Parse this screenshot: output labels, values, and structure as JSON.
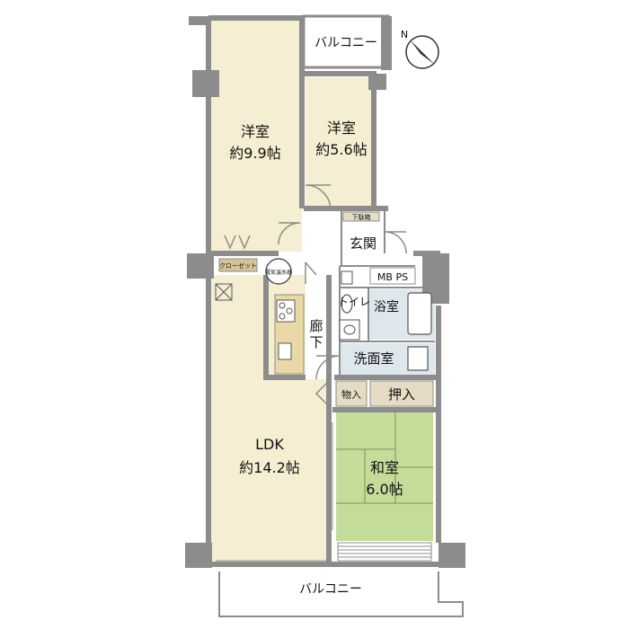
{
  "floorplan": {
    "rooms": {
      "western_large": {
        "name": "洋室",
        "area": "約9.9帖"
      },
      "western_small": {
        "name": "洋室",
        "area": "約5.6帖"
      },
      "ldk": {
        "name": "LDK",
        "area": "約14.2帖"
      },
      "japanese": {
        "name": "和室",
        "area": "6.0帖"
      }
    },
    "labels": {
      "balcony_top": "バルコニー",
      "balcony_bottom": "バルコニー",
      "entrance": "玄関",
      "shoe_box": "下駄箱",
      "closet": "クローゼット",
      "water_heater": "電気温水器",
      "mbps": "MB PS",
      "toilet": "トイレ",
      "bathroom": "浴室",
      "corridor": "廊下",
      "washroom": "洗面室",
      "storage": "物入",
      "oshiire": "押入"
    },
    "compass": {
      "north": "N"
    },
    "colors": {
      "wall": "#8c8c8c",
      "flooring": "#f6eed2",
      "tatami": "#c4dc9a",
      "oshiire": "#e6dcc4",
      "wet_area": "#dde7ec",
      "closet_tag": "#d6c296"
    }
  }
}
